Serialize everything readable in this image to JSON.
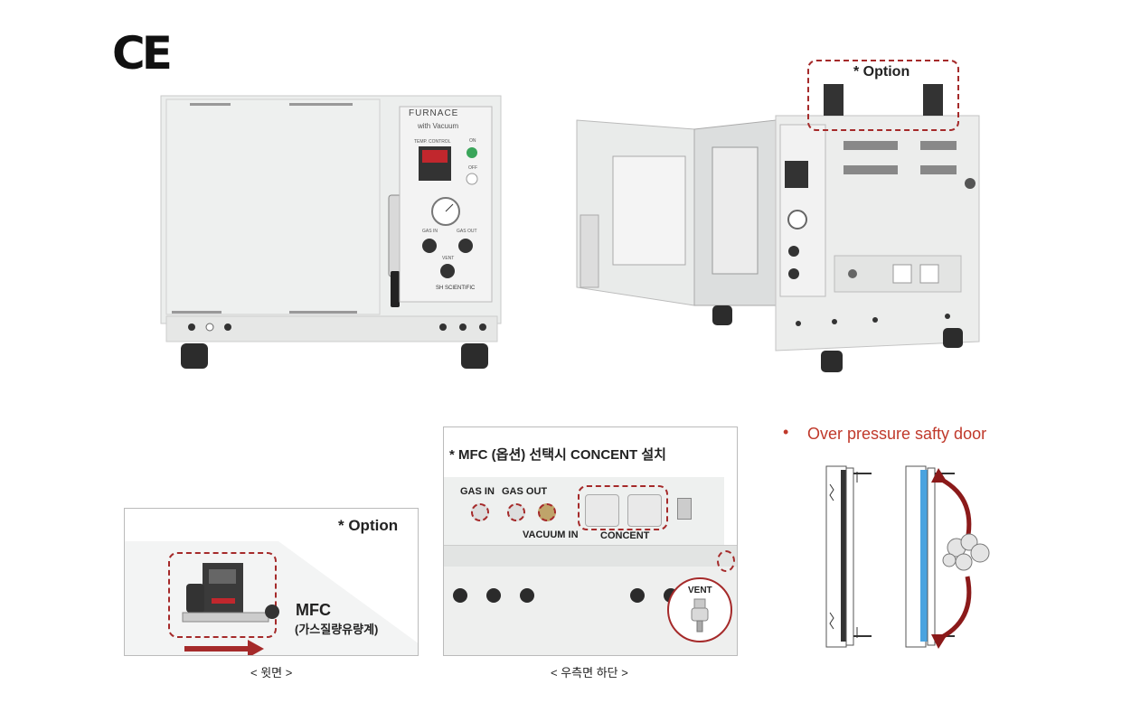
{
  "logo": {
    "ce": "CE"
  },
  "front_unit": {
    "panel_title": "FURNACE",
    "panel_subtitle": "with Vacuum",
    "temp_label": "TEMP. CONTROL",
    "on_label": "ON",
    "off_label": "OFF",
    "gas_in": "GAS IN",
    "gas_out": "GAS OUT",
    "vent": "VENT",
    "brand": "SH SCIENTIFIC"
  },
  "side_unit": {
    "option_label": "* Option"
  },
  "mfc_panel": {
    "option_label": "* Option",
    "mfc_title": "MFC",
    "mfc_subtitle": "(가스질량유량계)",
    "caption": "< 윗면 >"
  },
  "concent_panel": {
    "title": "* MFC (옵션) 선택시 CONCENT 설치",
    "gas_in": "GAS IN",
    "gas_out": "GAS OUT",
    "vacuum_in": "VACUUM IN",
    "concent": "CONCENT",
    "vent": "VENT",
    "caption": "< 우측면 하단 >"
  },
  "door_info": {
    "bullet": "•",
    "title": "Over pressure safty door"
  },
  "colors": {
    "accent_red": "#a52a2a",
    "text_red": "#c0392b",
    "body_gray": "#ecedec"
  }
}
